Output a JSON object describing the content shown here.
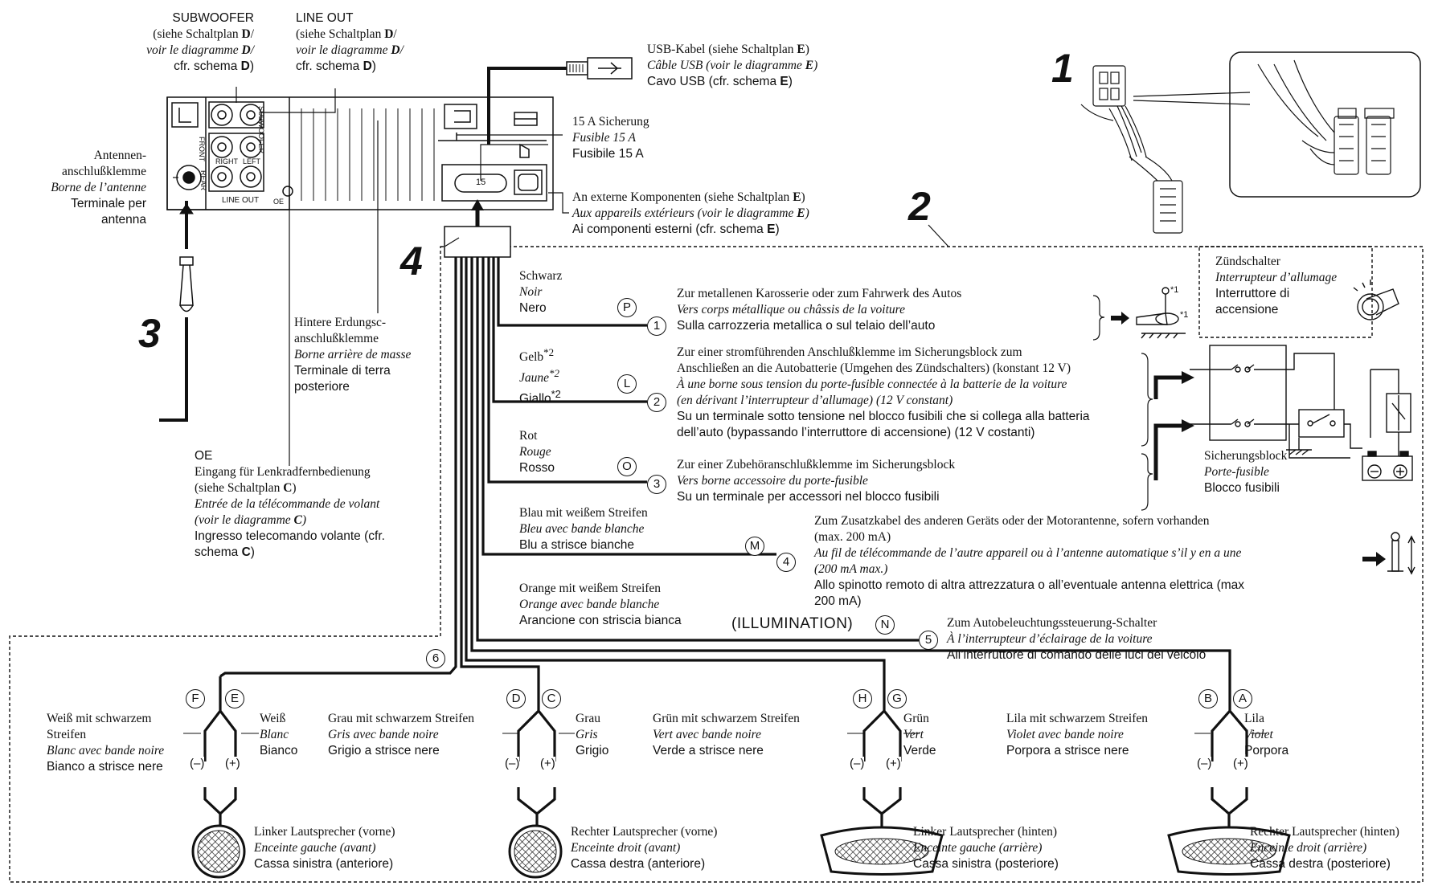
{
  "step_numbers": {
    "s1": "1",
    "s2": "2",
    "s3": "3",
    "s4": "4"
  },
  "unit": {
    "subwoofer_label": "SUBWOOFER",
    "subwoofer_ref": [
      "(siehe Schaltplan",
      "voir le diagramme",
      "cfr. schema"
    ],
    "lineout_label": "LINE OUT",
    "ref_letter_d": "D",
    "panel_labels": {
      "subwoofer": "SUBWOOFER",
      "front": "FRONT",
      "rear": "REAR",
      "right": "RIGHT",
      "left": "LEFT",
      "line_out": "LINE OUT",
      "oe": "OE",
      "fuse": "15"
    },
    "antenna": {
      "de": [
        "Antennen-",
        "anschlußklemme"
      ],
      "fr": "Borne de l’antenne",
      "it": [
        "Terminale per",
        "antenna"
      ]
    },
    "usb": {
      "de": "USB-Kabel (siehe Schaltplan",
      "fr": "Câble USB (voir le diagramme",
      "it": "Cavo USB (cfr. schema",
      "ref": "E"
    },
    "fuse": {
      "de": "15 A Sicherung",
      "fr": "Fusible 15 A",
      "it": "Fusibile 15 A"
    },
    "external": {
      "de": "An externe Komponenten (siehe Schaltplan",
      "fr": "Aux appareils extérieurs (voir le diagramme",
      "it": "Ai componenti esterni (cfr. schema",
      "ref": "E"
    },
    "ground_rear": {
      "de": [
        "Hintere Erdungsc-",
        "anschlußklemme"
      ],
      "fr": "Borne arrière de masse",
      "it": [
        "Terminale di terra",
        "posteriore"
      ]
    },
    "oe": {
      "title": "OE",
      "de": [
        "Eingang für Lenkradfernbedienung",
        "(siehe Schaltplan"
      ],
      "fr": [
        "Entrée de la télécommande de volant",
        "(voir le diagramme"
      ],
      "it": [
        "Ingresso telecomando volante (cfr.",
        "schema"
      ],
      "ref": "C"
    }
  },
  "wires": [
    {
      "num": "1",
      "letter": "P",
      "color": {
        "de": "Schwarz",
        "fr": "Noir",
        "it": "Nero"
      },
      "dest": {
        "de": [
          "Zur metallenen Karosserie oder zum Fahrwerk des Autos"
        ],
        "fr": [
          "Vers corps métallique ou châssis de la voiture"
        ],
        "it": [
          "Sulla carrozzeria metallica o sul telaio dell’auto"
        ]
      }
    },
    {
      "num": "2",
      "letter": "L",
      "color": {
        "de": "Gelb",
        "fr": "Jaune",
        "it": "Giallo",
        "note": "*2"
      },
      "dest": {
        "de": [
          "Zur einer stromführenden Anschlußklemme im Sicherungsblock zum",
          "Anschließen an die Autobatterie (Umgehen des Zündschalters) (konstant 12 V)"
        ],
        "fr": [
          "À une borne sous tension du porte-fusible connectée à la batterie de la voiture",
          "(en dérivant l’interrupteur d’allumage) (12 V constant)"
        ],
        "it": [
          "Su un terminale sotto tensione nel blocco fusibili che si collega alla batteria",
          "dell’auto (bypassando l’interruttore di accensione) (12 V costanti)"
        ]
      }
    },
    {
      "num": "3",
      "letter": "O",
      "color": {
        "de": "Rot",
        "fr": "Rouge",
        "it": "Rosso"
      },
      "dest": {
        "de": [
          "Zur einer Zubehöranschlußklemme im Sicherungsblock"
        ],
        "fr": [
          "Vers borne accessoire du porte-fusible"
        ],
        "it": [
          "Su un terminale per accessori nel blocco fusibili"
        ]
      }
    },
    {
      "num": "4",
      "letter": "M",
      "color": {
        "de": "Blau mit weißem Streifen",
        "fr": "Bleu avec bande blanche",
        "it": "Blu a strisce bianche"
      },
      "dest": {
        "de": [
          "Zum Zusatzkabel des anderen Geräts oder der Motorantenne, sofern vorhanden",
          "(max. 200 mA)"
        ],
        "fr": [
          "Au fil de télécommande de l’autre appareil ou à l’antenne automatique s’il y en a une",
          "(200 mA max.)"
        ],
        "it": [
          "Allo spinotto remoto di altra attrezzatura o all’eventuale antenna elettrica (max",
          "200 mA)"
        ]
      }
    },
    {
      "num": "5",
      "letter": "N",
      "tag": "(ILLUMINATION)",
      "color": {
        "de": "Orange mit weißem Streifen",
        "fr": "Orange avec bande blanche",
        "it": "Arancione con striscia bianca"
      },
      "dest": {
        "de": [
          "Zum Autobeleuchtungssteuerung-Schalter"
        ],
        "fr": [
          "À l’interrupteur d’éclairage de la voiture"
        ],
        "it": [
          "All’interruttore di comando delle luci del veicolo"
        ]
      }
    },
    {
      "num": "6"
    }
  ],
  "ignition": {
    "de": "Zündschalter",
    "fr": "Interrupteur d’allumage",
    "it": [
      "Interruttore di",
      "accensione"
    ]
  },
  "fuse_block": {
    "de": "Sicherungsblock",
    "fr": "Porte-fusible",
    "it": "Blocco fusibili"
  },
  "ground_note": "*1",
  "speakers": [
    {
      "neg_letter": "F",
      "pos_letter": "E",
      "neg": {
        "de": [
          "Weiß mit schwarzem",
          "Streifen"
        ],
        "fr": "Blanc avec bande noire",
        "it": "Bianco a strisce nere"
      },
      "pos": {
        "de": "Weiß",
        "fr": "Blanc",
        "it": "Bianco"
      },
      "name": {
        "de": "Linker Lautsprecher (vorne)",
        "fr": "Enceinte gauche (avant)",
        "it": "Cassa sinistra (anteriore)"
      }
    },
    {
      "neg_letter": "D",
      "pos_letter": "C",
      "neg": {
        "de": [
          "Grau mit schwarzem Streifen"
        ],
        "fr": "Gris avec bande noire",
        "it": "Grigio a strisce nere"
      },
      "pos": {
        "de": "Grau",
        "fr": "Gris",
        "it": "Grigio"
      },
      "name": {
        "de": "Rechter Lautsprecher (vorne)",
        "fr": "Enceinte droit (avant)",
        "it": "Cassa destra (anteriore)"
      }
    },
    {
      "neg_letter": "H",
      "pos_letter": "G",
      "neg": {
        "de": [
          "Grün mit schwarzem Streifen"
        ],
        "fr": "Vert avec bande noire",
        "it": "Verde a strisce nere"
      },
      "pos": {
        "de": "Grün",
        "fr": "Vert",
        "it": "Verde"
      },
      "name": {
        "de": "Linker Lautsprecher (hinten)",
        "fr": "Enceinte gauche (arrière)",
        "it": "Cassa sinistra (posteriore)"
      }
    },
    {
      "neg_letter": "B",
      "pos_letter": "A",
      "neg": {
        "de": [
          "Lila mit schwarzem Streifen"
        ],
        "fr": "Violet avec bande noire",
        "it": "Porpora a strisce nere"
      },
      "pos": {
        "de": "Lila",
        "fr": "Violet",
        "it": "Porpora"
      },
      "name": {
        "de": "Rechter Lautsprecher (hinten)",
        "fr": "Enceinte droit (arrière)",
        "it": "Cassa destra (posteriore)"
      }
    }
  ],
  "polarity": {
    "neg": "(–)",
    "pos": "(+)"
  }
}
